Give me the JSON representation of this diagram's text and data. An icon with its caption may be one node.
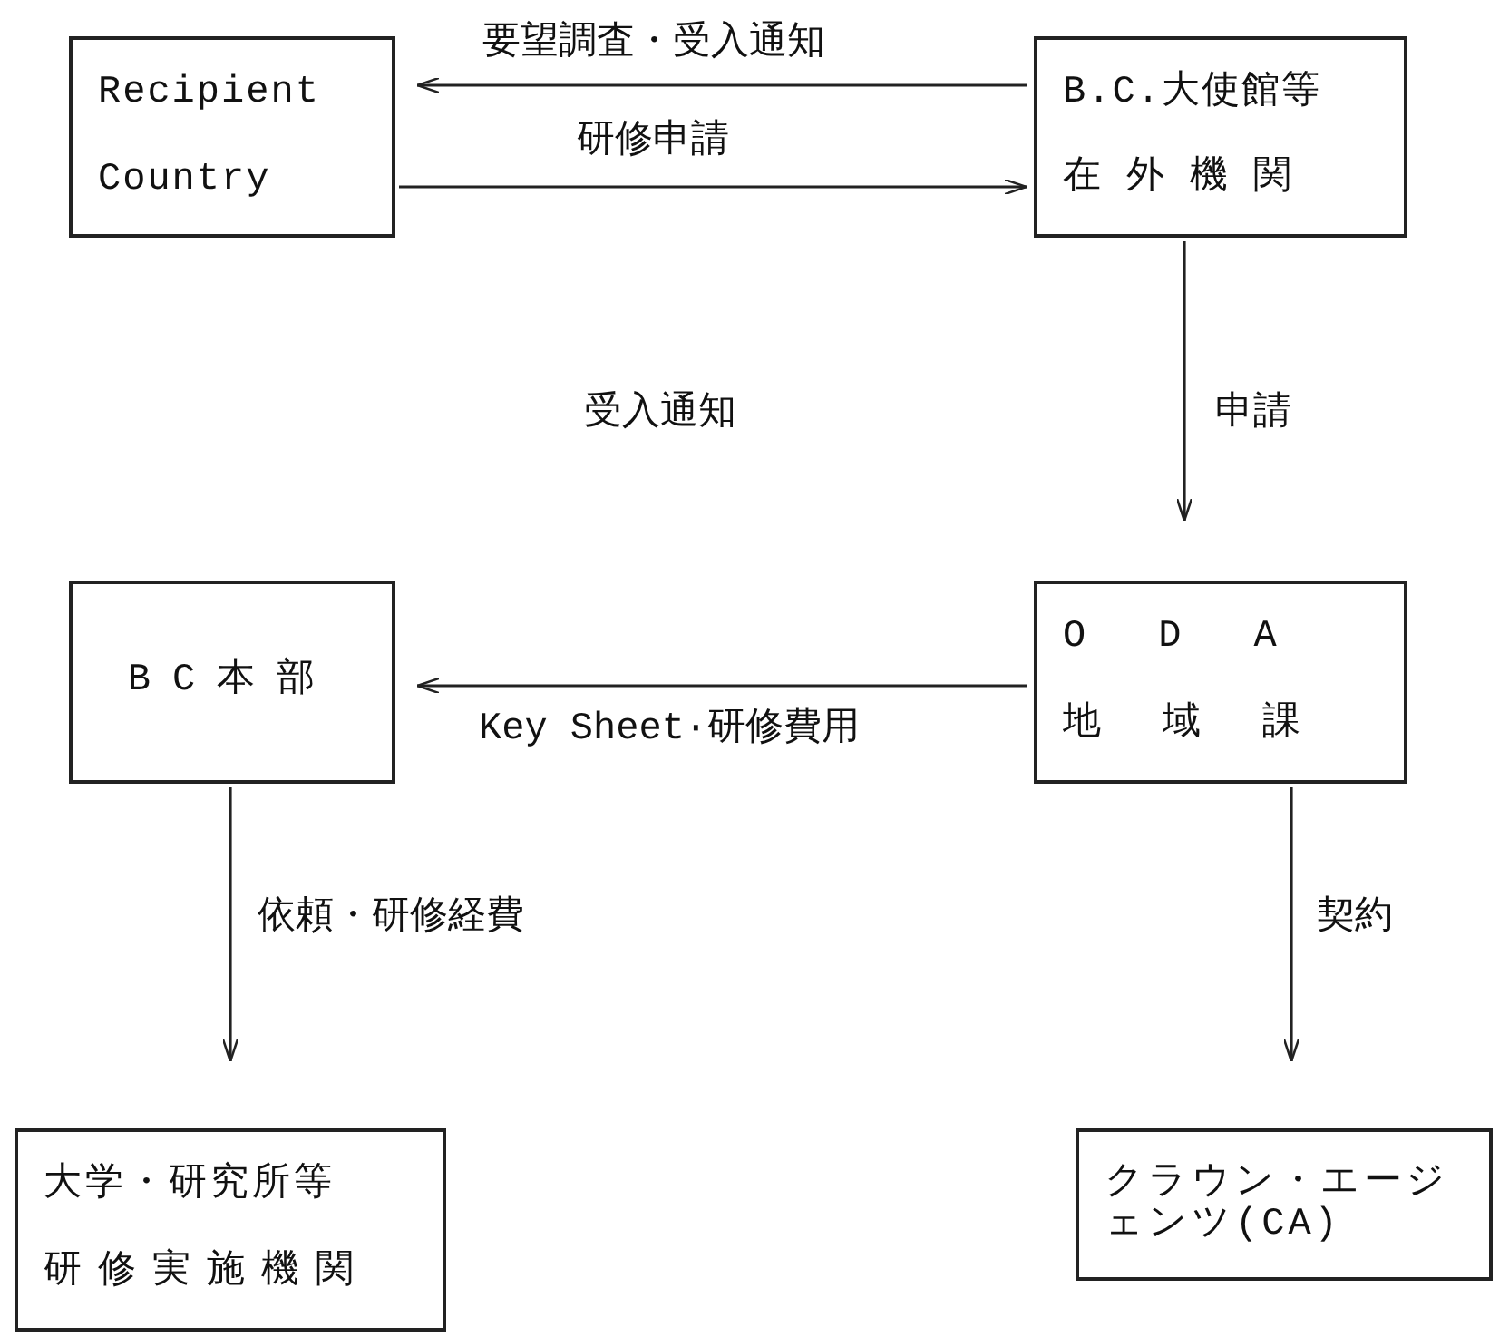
{
  "diagram": {
    "nodes": [
      {
        "text": [
          "Recipient Country"
        ]
      },
      {
        "text": [
          "B.C.大使館等",
          "在外機関"
        ]
      },
      {
        "text": [
          "BC本部"
        ]
      },
      {
        "text": [
          "ODA",
          "地域課"
        ]
      },
      {
        "text": [
          "大学・研究所等",
          "研修実施機関"
        ]
      },
      {
        "text": [
          "クラウン・エージェンツ(CA)"
        ]
      }
    ],
    "edges": [
      {
        "from": 1,
        "to": 0,
        "arrow": "to",
        "label": "要望調査・受入通知"
      },
      {
        "from": 0,
        "to": 1,
        "arrow": "to",
        "label": "研修申請"
      },
      {
        "from": 1,
        "to": 3,
        "arrow": "to",
        "label": "申請"
      },
      {
        "from": 3,
        "to": 2,
        "arrow": "to",
        "label": "Key Sheet·研修費用"
      },
      {
        "from": 2,
        "to": 4,
        "arrow": "to",
        "label": "依頼・研修経費"
      },
      {
        "from": 3,
        "to": 5,
        "arrow": "to",
        "label": "契約"
      }
    ],
    "labels": [
      "受入通知"
    ]
  }
}
